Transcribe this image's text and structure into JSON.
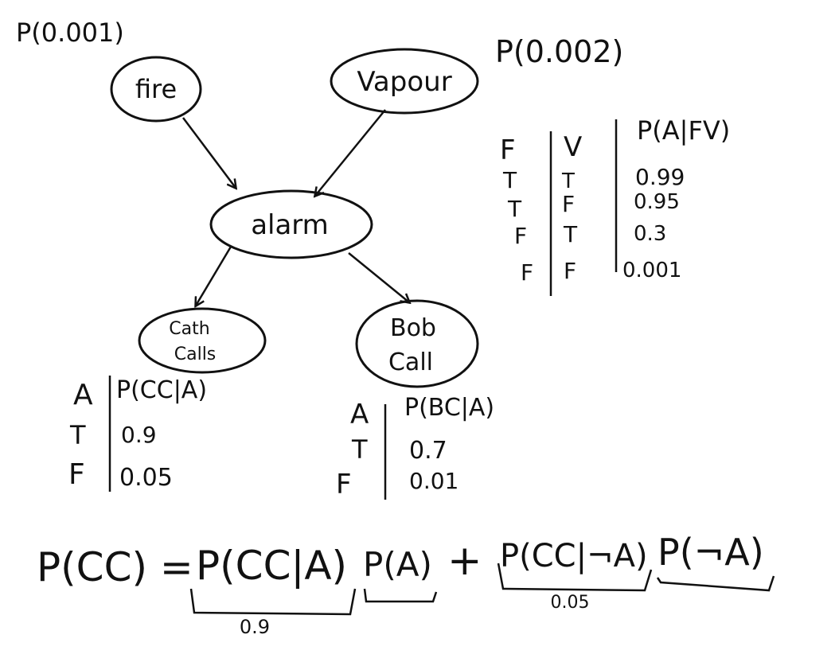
{
  "priors": {
    "fire": "P(0.001)",
    "vapour": "P(0.002)"
  },
  "nodes": {
    "fire": "fire",
    "vapour": "Vapour",
    "alarm": "alarm",
    "cath_line1": "Cath",
    "cath_line2": "Calls",
    "bob_line1": "Bob",
    "bob_line2": "Call"
  },
  "cpt_alarm": {
    "header_f": "F",
    "header_v": "V",
    "header_p": "P(A|FV)",
    "rows": [
      {
        "f": "T",
        "v": "T",
        "p": "0.99"
      },
      {
        "f": "T",
        "v": "F",
        "p": "0.95"
      },
      {
        "f": "F",
        "v": "T",
        "p": "0.3"
      },
      {
        "f": "F",
        "v": "F",
        "p": "0.001"
      }
    ]
  },
  "cpt_cath": {
    "header_a": "A",
    "header_p": "P(CC|A)",
    "rows": [
      {
        "a": "T",
        "p": "0.9"
      },
      {
        "a": "F",
        "p": "0.05"
      }
    ]
  },
  "cpt_bob": {
    "header_a": "A",
    "header_p": "P(BC|A)",
    "rows": [
      {
        "a": "T",
        "p": "0.7"
      },
      {
        "a": "F",
        "p": "0.01"
      }
    ]
  },
  "formula": {
    "lhs": "P(CC) =",
    "term1": "P(CC|A)",
    "term2": "P(A)",
    "plus": "+",
    "term3": "P(CC|¬A)",
    "term4": "P(¬A)",
    "note1": "0.9",
    "note3": "0.05"
  },
  "colors": {
    "ink": "#111111",
    "background": "#ffffff"
  }
}
